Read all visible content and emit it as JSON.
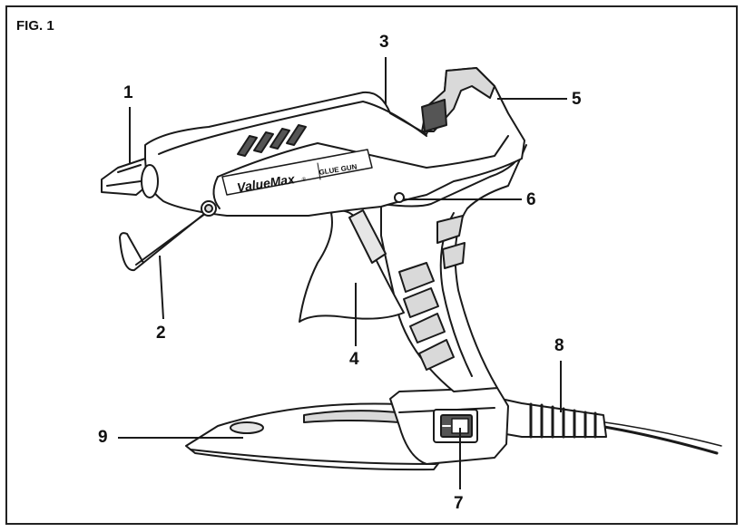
{
  "figure": {
    "title": "FIG. 1"
  },
  "product": {
    "brand": "ValueMax",
    "brand_mark": "®",
    "model": "GLUE GUN"
  },
  "callouts": [
    "1",
    "2",
    "3",
    "4",
    "5",
    "6",
    "7",
    "8",
    "9"
  ],
  "colors": {
    "outline": "#1a1a1a",
    "body": "#ffffff",
    "shade": "#d9d9d9",
    "dark": "#555555"
  }
}
